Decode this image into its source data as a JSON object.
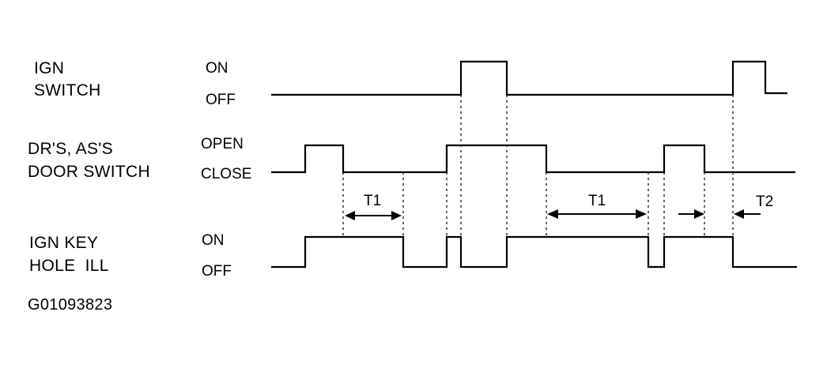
{
  "signals": [
    {
      "label_lines": [
        "IGN",
        "SWITCH"
      ],
      "high_state": "ON",
      "low_state": "OFF"
    },
    {
      "label_lines": [
        "DR'S, AS'S",
        "DOOR SWITCH"
      ],
      "high_state": "OPEN",
      "low_state": "CLOSE"
    },
    {
      "label_lines": [
        "IGN KEY",
        "HOLE  ILL"
      ],
      "high_state": "ON",
      "low_state": "OFF"
    }
  ],
  "timing_labels": [
    "T1",
    "T1",
    "T2"
  ],
  "figure_id": "G01093823"
}
